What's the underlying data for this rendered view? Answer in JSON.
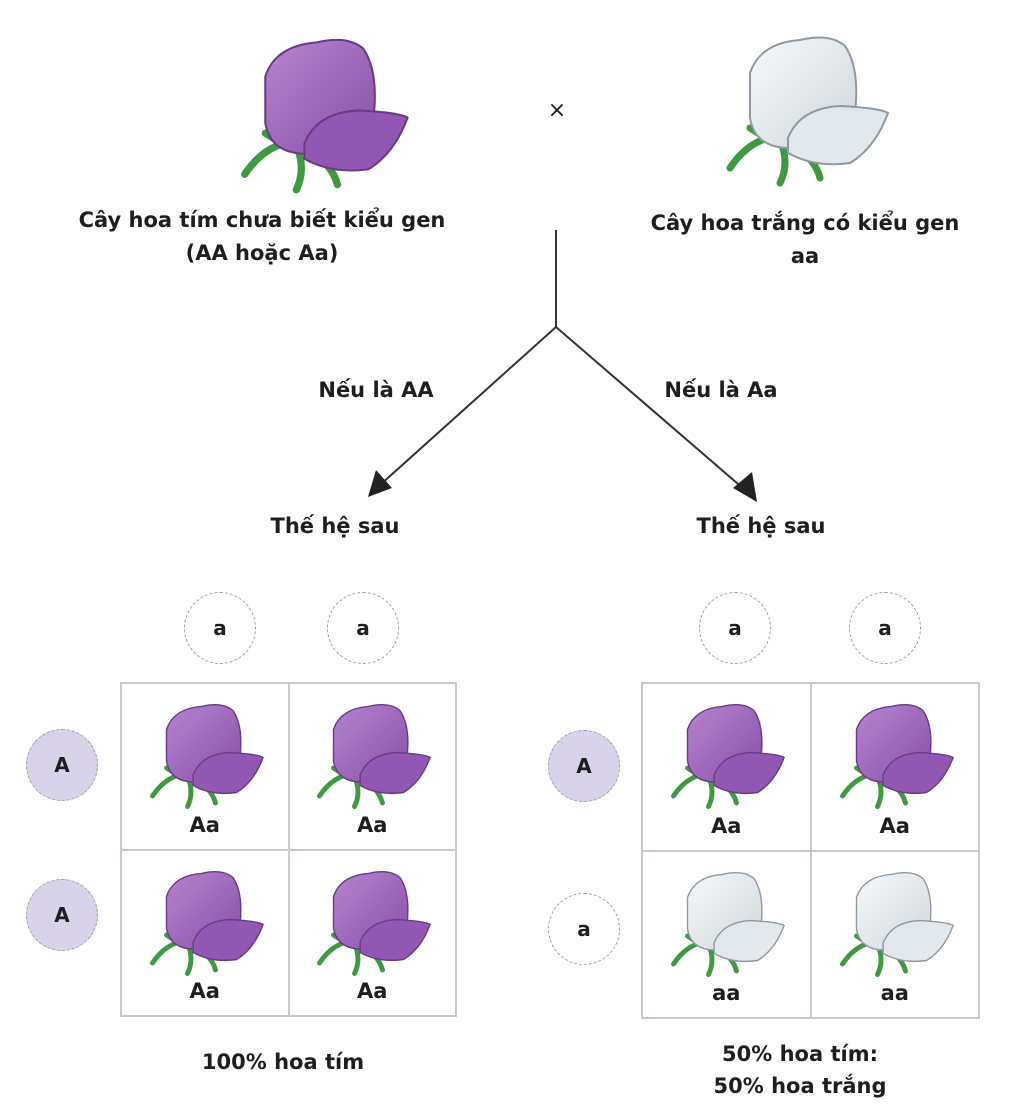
{
  "parents": {
    "left": {
      "line1": "Cây hoa tím chưa biết kiểu gen",
      "line2": "(AA hoặc Aa)",
      "flower": "purple"
    },
    "cross_symbol": "×",
    "right": {
      "line1": "Cây hoa trắng có kiểu gen",
      "line2": "aa",
      "flower": "white"
    }
  },
  "branches": [
    {
      "condition": "Nếu là AA",
      "generation": "Thế hệ sau",
      "col_gametes": [
        "a",
        "a"
      ],
      "row_gametes": [
        "A",
        "A"
      ],
      "cells": [
        [
          "Aa",
          "Aa"
        ],
        [
          "Aa",
          "Aa"
        ]
      ],
      "cell_flowers": [
        [
          "purple",
          "purple"
        ],
        [
          "purple",
          "purple"
        ]
      ],
      "result_line1": "100% hoa tím",
      "result_line2": ""
    },
    {
      "condition": "Nếu là Aa",
      "generation": "Thế hệ sau",
      "col_gametes": [
        "a",
        "a"
      ],
      "row_gametes": [
        "A",
        "a"
      ],
      "cells": [
        [
          "Aa",
          "Aa"
        ],
        [
          "aa",
          "aa"
        ]
      ],
      "cell_flowers": [
        [
          "purple",
          "purple"
        ],
        [
          "white",
          "white"
        ]
      ],
      "result_line1": "50% hoa tím:",
      "result_line2": "50% hoa trắng"
    }
  ],
  "colors": {
    "purple": "#9a62b8",
    "white": "#e6eaee",
    "leaf": "#3e9a3e",
    "dominant_circle": "#d9d3ea"
  }
}
